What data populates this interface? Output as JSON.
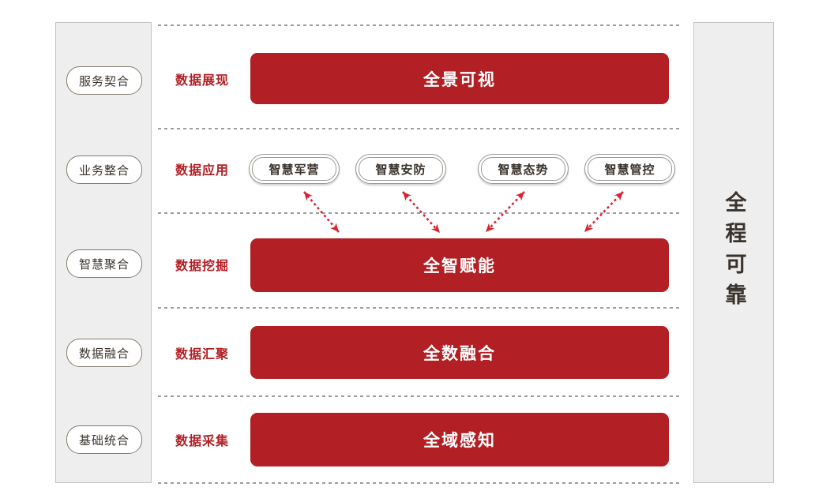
{
  "diagram_title": "data-architecture-layers",
  "left_sidebar": {
    "items": [
      {
        "label": "服务契合"
      },
      {
        "label": "业务整合"
      },
      {
        "label": "智慧聚合"
      },
      {
        "label": "数据融合"
      },
      {
        "label": "基础统合"
      }
    ]
  },
  "right_sidebar": {
    "label": "全程可靠"
  },
  "rows": [
    {
      "label": "数据展现",
      "bar": "全景可视"
    },
    {
      "label": "数据应用",
      "apps": [
        "智慧军营",
        "智慧安防",
        "智慧态势",
        "智慧管控"
      ]
    },
    {
      "label": "数据挖掘",
      "bar": "全智赋能"
    },
    {
      "label": "数据汇聚",
      "bar": "全数融合"
    },
    {
      "label": "数据采集",
      "bar": "全域感知"
    }
  ],
  "colors": {
    "bar_red": "#b21f24",
    "row_label_red": "#b21f24",
    "arrow_red": "#d9232e",
    "panel_bg": "#eeeeee",
    "panel_border": "#c4c4c4",
    "sidebar_pill_border": "#857a6e",
    "app_pill_border": "#9a9a93",
    "dotted_line": "#9e9e9e",
    "dark_text": "#3a332d"
  }
}
